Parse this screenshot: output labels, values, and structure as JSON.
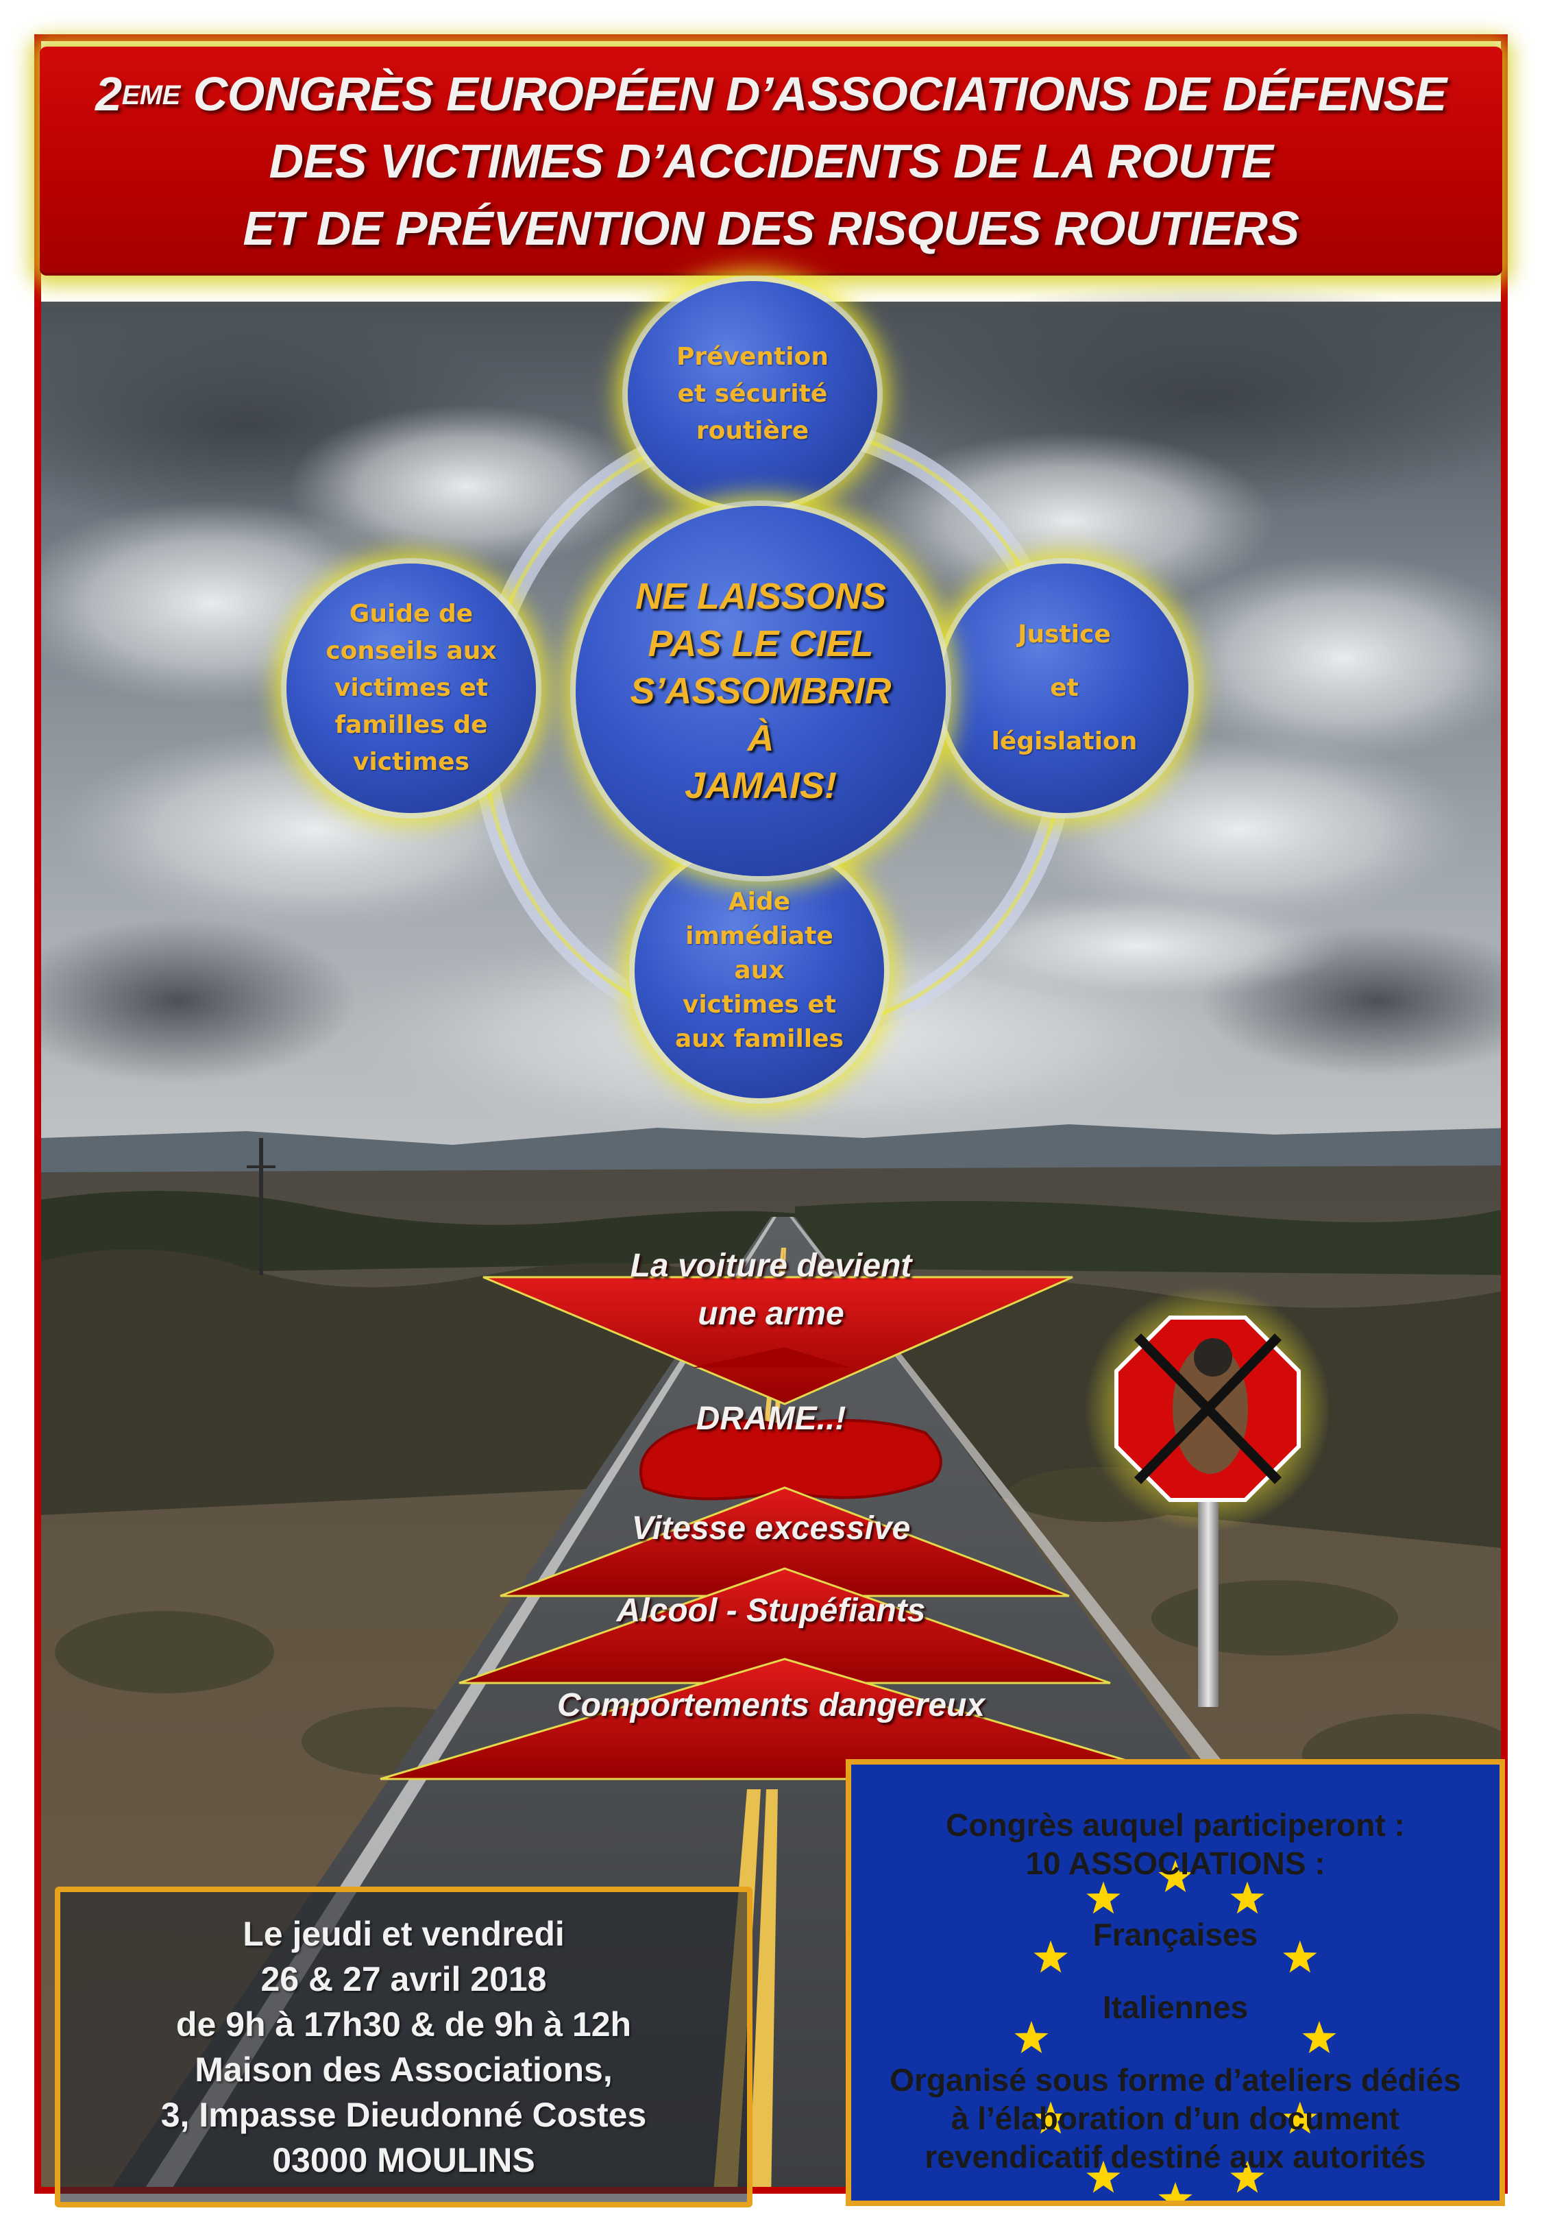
{
  "header": {
    "title_line1_prefix": "2",
    "title_line1_sup": "EME",
    "title_line1_rest": " CONGRÈS EUROPÉEN D’ASSOCIATIONS DE DÉFENSE",
    "title_line2": "DES VICTIMES D’ACCIDENTS DE LA ROUTE",
    "title_line3": "ET DE PRÉVENTION DES RISQUES ROUTIERS"
  },
  "diagram": {
    "center": "NE LAISSONS\nPAS LE CIEL\nS’ASSOMBRIR\nÀ\nJAMAIS!",
    "top": "Prévention\net sécurité\nroutière",
    "left": "Guide de\nconseils aux\nvictimes et\nfamilles de\nvictimes",
    "right": "Justice\net\nlégislation",
    "bottom": "Aide\nimmédiate\naux\nvictimes et\naux familles"
  },
  "chevrons": {
    "voiture_line1": "La voiture devient",
    "voiture_line2": "une arme",
    "drame": "DRAME..!",
    "vitesse": "Vitesse excessive",
    "alcool": "Alcool - Stupéfiants",
    "comportements": "Comportements dangereux"
  },
  "event": {
    "line1": "Le jeudi et vendredi",
    "line2": "26 & 27 avril 2018",
    "line3": "de 9h à 17h30 & de 9h à 12h",
    "line4": "Maison des Associations,",
    "line5": "3, Impasse Dieudonné Costes",
    "line6": "03000 MOULINS"
  },
  "participants": {
    "line1": "Congrès auquel participeront :",
    "line2": "10 ASSOCIATIONS :",
    "line3": "Françaises",
    "line4": "Italiennes",
    "line5": "Organisé sous forme d’ateliers dédiés",
    "line6": "à l’élaboration d’un document",
    "line7": "revendicatif destiné aux autorités"
  },
  "colors": {
    "banner_red": "#c00000",
    "bubble_blue": "#3556c6",
    "bubble_text": "#f2b52a",
    "glow_yellow": "#eee828",
    "box_border": "#e6a21c",
    "eu_blue": "#0f33a6",
    "eu_star": "#ffd400"
  },
  "icons": {
    "sign": "no-stop-sign-icon",
    "stars": "eu-star-icon"
  }
}
